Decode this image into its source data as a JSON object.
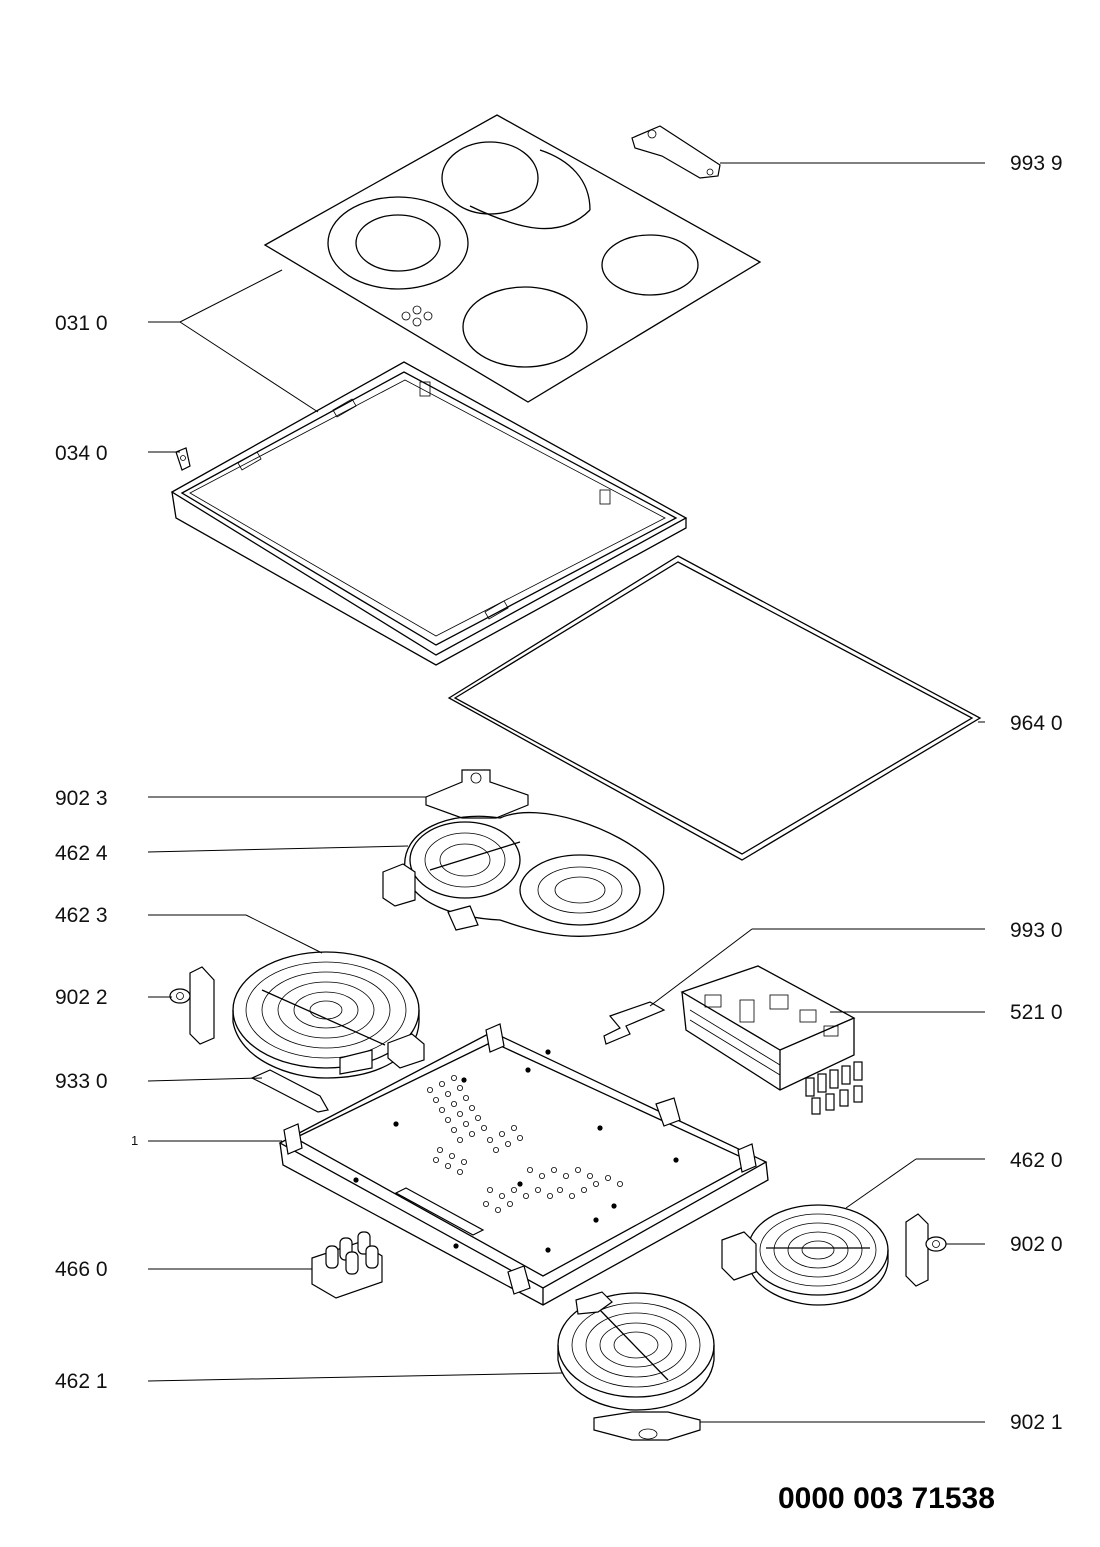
{
  "labels": {
    "p9939": "993 9",
    "p0310": "031 0",
    "p0340": "034 0",
    "p9640": "964 0",
    "p9023": "902 3",
    "p4624": "462 4",
    "p4623": "462 3",
    "p9930": "993 0",
    "p9022": "902 2",
    "p5210": "521 0",
    "p9330": "933 0",
    "p1": "1",
    "p4620": "462 0",
    "p9020": "902 0",
    "p4660": "466 0",
    "p4621": "462 1",
    "p9021": "902 1"
  },
  "document_number": "0000 003 71538"
}
